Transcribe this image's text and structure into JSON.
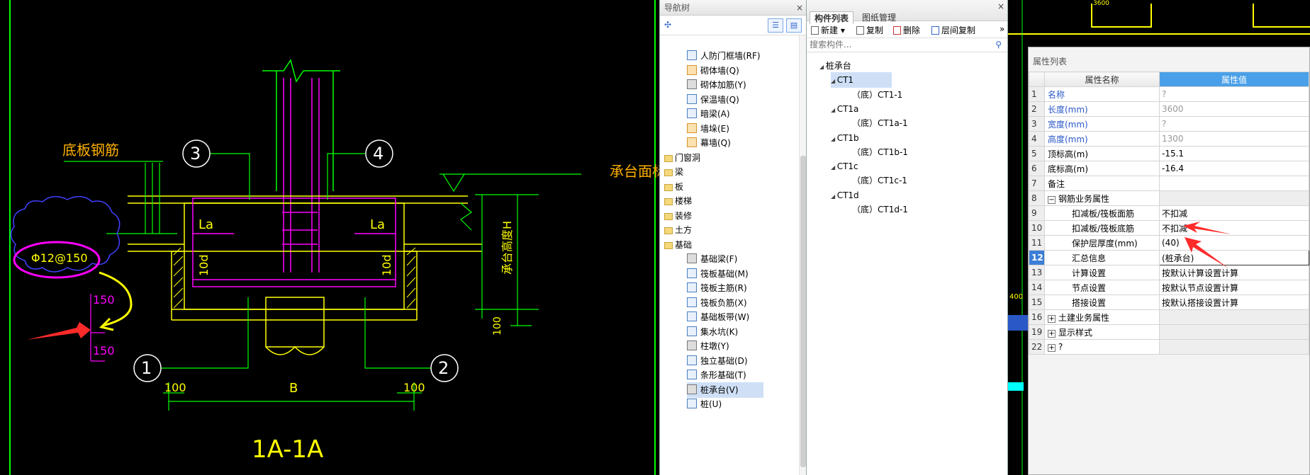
{
  "cad": {
    "base_rebar_label": "底板钢筋",
    "rebar_spec": "Φ12@150",
    "dim_150_top": "150",
    "dim_150_bottom": "150",
    "axis_1": "1",
    "axis_2": "2",
    "axis_3": "3",
    "axis_4": "4",
    "la_left": "La",
    "la_right": "La",
    "dim_10d_left": "10d",
    "dim_10d_right": "10d",
    "dim_100_left": "100",
    "dim_100_right": "100",
    "dim_b": "B",
    "dim_100_vertical": "100",
    "cap_height_label": "承台高度H",
    "cap_top_label": "承台面标",
    "section_title": "1A-1A"
  },
  "nav": {
    "title": "导航树",
    "items": [
      {
        "label": "人防门框墙(RF)",
        "indent": 2,
        "icon": "blue"
      },
      {
        "label": "砌体墙(Q)",
        "indent": 2,
        "icon": "orange"
      },
      {
        "label": "砌体加筋(Y)",
        "indent": 2,
        "icon": "gray"
      },
      {
        "label": "保温墙(Q)",
        "indent": 2,
        "icon": "blue"
      },
      {
        "label": "暗梁(A)",
        "indent": 2,
        "icon": "blue"
      },
      {
        "label": "墙垛(E)",
        "indent": 2,
        "icon": "orange"
      },
      {
        "label": "幕墙(Q)",
        "indent": 2,
        "icon": "orange"
      },
      {
        "label": "门窗洞",
        "indent": 0,
        "icon": "folder"
      },
      {
        "label": "梁",
        "indent": 0,
        "icon": "folder"
      },
      {
        "label": "板",
        "indent": 0,
        "icon": "folder"
      },
      {
        "label": "楼梯",
        "indent": 0,
        "icon": "folder"
      },
      {
        "label": "装修",
        "indent": 0,
        "icon": "folder"
      },
      {
        "label": "土方",
        "indent": 0,
        "icon": "folder"
      },
      {
        "label": "基础",
        "indent": 0,
        "icon": "folder"
      },
      {
        "label": "基础梁(F)",
        "indent": 2,
        "icon": "gray"
      },
      {
        "label": "筏板基础(M)",
        "indent": 2,
        "icon": "blue"
      },
      {
        "label": "筏板主筋(R)",
        "indent": 2,
        "icon": "blue"
      },
      {
        "label": "筏板负筋(X)",
        "indent": 2,
        "icon": "blue"
      },
      {
        "label": "基础板带(W)",
        "indent": 2,
        "icon": "blue"
      },
      {
        "label": "集水坑(K)",
        "indent": 2,
        "icon": "blue"
      },
      {
        "label": "柱墩(Y)",
        "indent": 2,
        "icon": "gray"
      },
      {
        "label": "独立基础(D)",
        "indent": 2,
        "icon": "blue"
      },
      {
        "label": "条形基础(T)",
        "indent": 2,
        "icon": "blue"
      },
      {
        "label": "桩承台(V)",
        "indent": 2,
        "icon": "gray"
      },
      {
        "label": "桩(U)",
        "indent": 2,
        "icon": "blue"
      }
    ]
  },
  "comp": {
    "tab_list": "构件列表",
    "tab_drawings": "图纸管理",
    "btn_new": "新建",
    "btn_copy": "复制",
    "btn_delete": "删除",
    "btn_floor_copy": "层间复制",
    "search_placeholder": "搜索构件...",
    "tree": [
      {
        "label": "桩承台",
        "level": 0
      },
      {
        "label": "CT1",
        "level": 1
      },
      {
        "label": "（底）CT1-1",
        "level": 2
      },
      {
        "label": "CT1a",
        "level": 1
      },
      {
        "label": "（底）CT1a-1",
        "level": 2
      },
      {
        "label": "CT1b",
        "level": 1
      },
      {
        "label": "（底）CT1b-1",
        "level": 2
      },
      {
        "label": "CT1c",
        "level": 1
      },
      {
        "label": "（底）CT1c-1",
        "level": 2
      },
      {
        "label": "CT1d",
        "level": 1
      },
      {
        "label": "（底）CT1d-1",
        "level": 2
      }
    ]
  },
  "props": {
    "title": "属性列表",
    "col_name": "属性名称",
    "col_value": "属性值",
    "rows": [
      {
        "num": "1",
        "name": "名称",
        "value": "?",
        "name_style": "blue",
        "value_style": "gray",
        "indent": 0
      },
      {
        "num": "2",
        "name": "长度(mm)",
        "value": "3600",
        "name_style": "blue",
        "value_style": "gray",
        "indent": 0
      },
      {
        "num": "3",
        "name": "宽度(mm)",
        "value": "?",
        "name_style": "blue",
        "value_style": "gray",
        "indent": 0
      },
      {
        "num": "4",
        "name": "高度(mm)",
        "value": "1300",
        "name_style": "blue",
        "value_style": "gray",
        "indent": 0
      },
      {
        "num": "5",
        "name": "顶标高(m)",
        "value": "-15.1",
        "name_style": "",
        "value_style": "",
        "indent": 0
      },
      {
        "num": "6",
        "name": "底标高(m)",
        "value": "-16.4",
        "name_style": "",
        "value_style": "",
        "indent": 0
      },
      {
        "num": "7",
        "name": "备注",
        "value": "",
        "name_style": "",
        "value_style": "",
        "indent": 0
      },
      {
        "num": "8",
        "name": "钢筋业务属性",
        "value": "",
        "name_style": "",
        "value_style": "",
        "indent": 0,
        "toggle": "−"
      },
      {
        "num": "9",
        "name": "扣减板/筏板面筋",
        "value": "不扣减",
        "name_style": "",
        "value_style": "",
        "indent": 1
      },
      {
        "num": "10",
        "name": "扣减板/筏板底筋",
        "value": "不扣减",
        "name_style": "",
        "value_style": "",
        "indent": 1
      },
      {
        "num": "11",
        "name": "保护层厚度(mm)",
        "value": "(40)",
        "name_style": "",
        "value_style": "",
        "indent": 1
      },
      {
        "num": "12",
        "name": "汇总信息",
        "value": "(桩承台)",
        "name_style": "",
        "value_style": "",
        "indent": 1,
        "current": true
      },
      {
        "num": "13",
        "name": "计算设置",
        "value": "按默认计算设置计算",
        "name_style": "",
        "value_style": "",
        "indent": 1
      },
      {
        "num": "14",
        "name": "节点设置",
        "value": "按默认节点设置计算",
        "name_style": "",
        "value_style": "",
        "indent": 1
      },
      {
        "num": "15",
        "name": "搭接设置",
        "value": "按默认搭接设置计算",
        "name_style": "",
        "value_style": "",
        "indent": 1
      },
      {
        "num": "16",
        "name": "土建业务属性",
        "value": "",
        "name_style": "",
        "value_style": "",
        "indent": 0,
        "toggle": "+"
      },
      {
        "num": "19",
        "name": "显示样式",
        "value": "",
        "name_style": "",
        "value_style": "",
        "indent": 0,
        "toggle": "+"
      },
      {
        "num": "22",
        "name": "?",
        "value": "",
        "name_style": "",
        "value_style": "",
        "indent": 0,
        "toggle": "+"
      }
    ]
  },
  "right_cad": {
    "dim_3600": "3600",
    "dim_400": "400"
  },
  "colors": {
    "cad_yellow": "#ffff00",
    "cad_green": "#00ff00",
    "cad_magenta": "#ff00ff",
    "cad_white": "#ffffff",
    "cad_label_orange": "#ffb000",
    "annotation_red": "#ff2a2a",
    "selection_blue": "#cfe0f6",
    "header_blue": "#4aa0e8"
  }
}
